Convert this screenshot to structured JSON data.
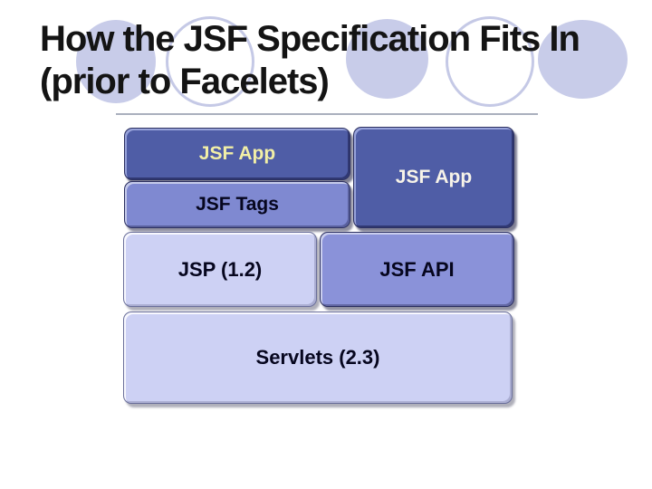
{
  "slide": {
    "title_line1": "How the JSF Specification Fits In",
    "title_line2": "(prior to Facelets)"
  },
  "diagram": {
    "description": "JSF layered stack diagram",
    "boxes": [
      {
        "id": "jsf-app-left",
        "label": "JSF App",
        "variant": "dark"
      },
      {
        "id": "jsf-tags",
        "label": "JSF Tags",
        "variant": "medium"
      },
      {
        "id": "jsf-app-right",
        "label": "JSF App",
        "variant": "dark"
      },
      {
        "id": "jsp",
        "label": "JSP (1.2)",
        "variant": "light"
      },
      {
        "id": "jsf-api",
        "label": "JSF API",
        "variant": "medium"
      },
      {
        "id": "servlets",
        "label": "Servlets (2.3)",
        "variant": "light"
      }
    ],
    "colors": {
      "box_dark": "#4f5da6",
      "box_medium": "#828bd4",
      "box_light": "#cdd1f4",
      "label_yellow": "#f2efa6",
      "label_white": "#f7f3e8",
      "label_dark": "#06061e",
      "circle_fill": "#c8cce9",
      "title_text": "#141414",
      "background": "#ffffff"
    }
  }
}
